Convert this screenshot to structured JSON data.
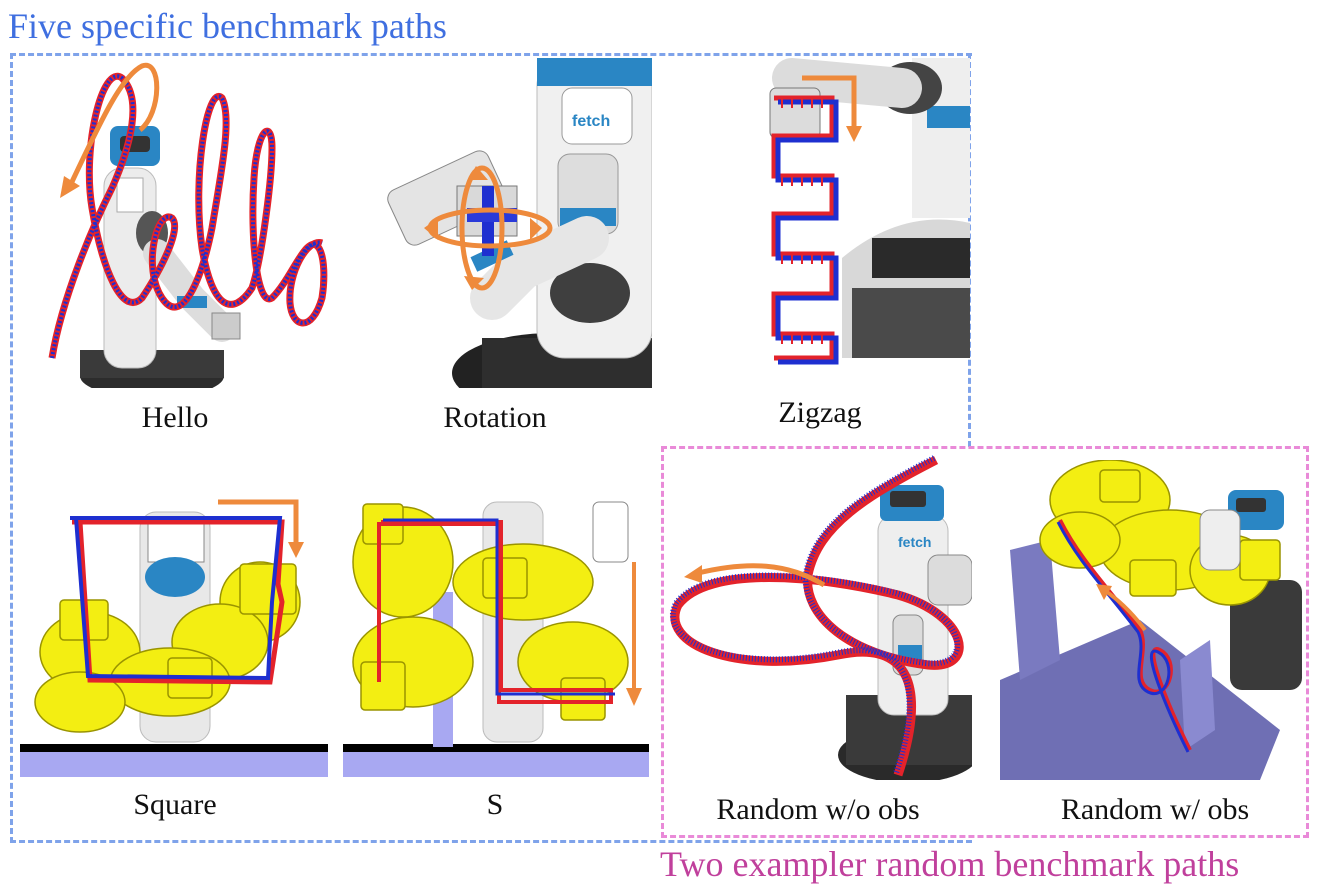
{
  "groups": {
    "specific": {
      "title": "Five specific benchmark paths",
      "color": "#3f6fe0",
      "border_color": "#7fa3ea"
    },
    "random": {
      "title": "Two exampler random benchmark paths",
      "color": "#c0409c",
      "border_color": "#e98ad8"
    }
  },
  "panels": {
    "hello": {
      "caption": "Hello"
    },
    "rotation": {
      "caption": "Rotation",
      "logo_text": "fetch"
    },
    "zigzag": {
      "caption": "Zigzag"
    },
    "square": {
      "caption": "Square"
    },
    "s": {
      "caption": "S"
    },
    "random_no_obs": {
      "caption": "Random w/o obs",
      "logo_text": "fetch"
    },
    "random_obs": {
      "caption": "Random w/ obs"
    }
  },
  "colors": {
    "path_blue": "#1e2fd0",
    "path_red": "#e3232b",
    "arrow_orange": "#ee8a3c",
    "robot_white": "#eeeeee",
    "robot_dark": "#3a3a3a",
    "robot_accent_blue": "#2a86c4",
    "ghost_yellow": "#f3ee12",
    "obstacle_purple": "#6f6fb4",
    "floor_lavender": "#a8a8f2"
  }
}
